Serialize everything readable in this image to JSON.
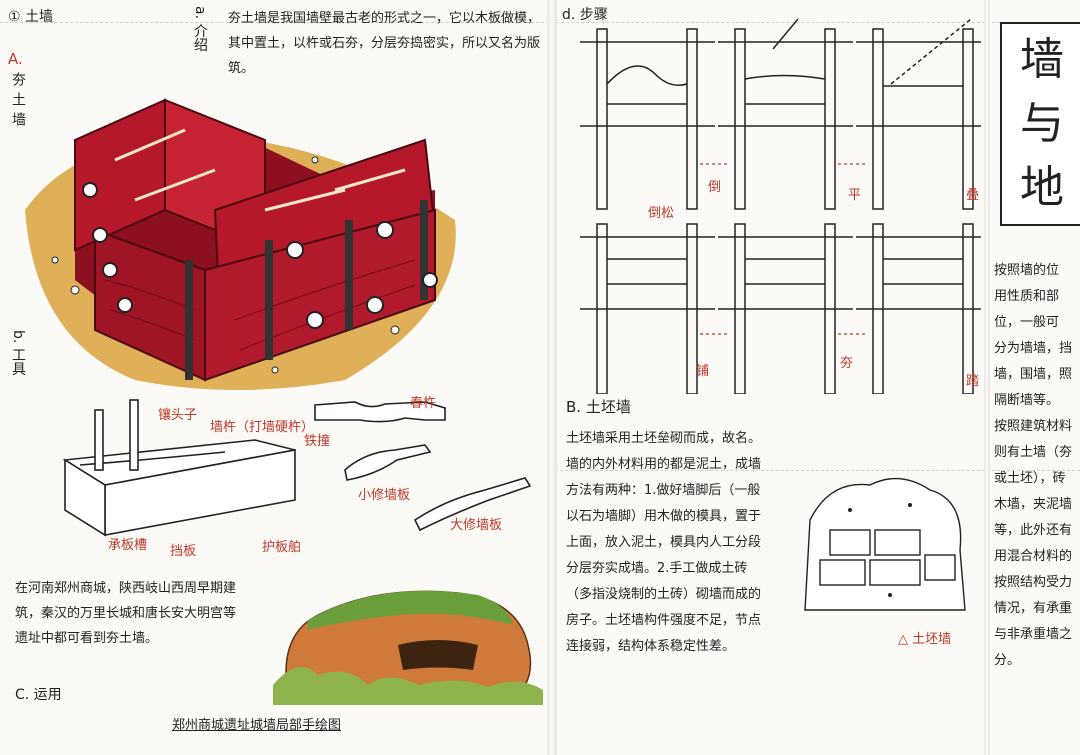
{
  "left_page": {
    "section_no": "① 土墙",
    "sub_a_label": "A.",
    "sub_a_title": "夯土墙",
    "intro_label": "a. 介绍",
    "intro_text": "夯土墙是我国墙壁最古老的形式之一，它以木板做模，其中置土，以杵或石夯，分层夯捣密实，所以又名为版筑。",
    "tools_label": "b. 工具",
    "tool_labels": {
      "shuttle": "镶头子",
      "pounder": "墙杵（打墙硬杵）",
      "board_small": "小修墙板",
      "board_large": "大修墙板",
      "spine": "春杵",
      "iron": "铁撞",
      "side_board": "承板槽",
      "clip": "挡板",
      "brace": "护板舶"
    },
    "usage_label": "C. 运用",
    "usage_text": "在河南郑州商城，陕西岐山西周早期建筑，秦汉的万里长城和唐长安大明宫等遗址中都可看到夯土墙。",
    "ruin_caption": "郑州商城遗址城墙局部手绘图"
  },
  "middle_page": {
    "steps_label": "d. 步骤",
    "step_labels": [
      "倒",
      "平",
      "叠",
      "铺",
      "夯",
      "踏"
    ],
    "arrow_label": "倒松",
    "sub_b_title": "B. 土坯墙",
    "adobe_text": "土坯墙采用土坯垒砌而成，故名。墙的内外材料用的都是泥土，成墙方法有两种：1.做好墙脚后（一般以石为墙脚）用木做的模具，置于上面，放入泥土，模具内人工分段分层夯实成墙。2.手工做成土砖（多指没烧制的土砖）砌墙而成的房子。土坯墙构件强度不足，节点连接弱，结构体系稳定性差。",
    "adobe_caption": "△ 土坯墙"
  },
  "right_page": {
    "title_chars": [
      "墙",
      "与",
      "地"
    ],
    "text_lines": [
      "按照墙的位",
      "用性质和部",
      "位，一般可",
      "分为墙墙，挡",
      "墙，围墙，照",
      "隔断墙等。",
      "按照建筑材料",
      "则有土墙（夯",
      "或土坯），砖",
      "木墙，夹泥墙",
      "等，此外还有",
      "用混合材料的",
      "按照结构受力",
      "情况，有承重",
      "与非承重墙之",
      "分。"
    ]
  },
  "colors": {
    "wood_red": "#b5182b",
    "wood_dark": "#7d0f1c",
    "soil": "#d9a23b",
    "ink": "#222222",
    "red_ink": "#c0392b"
  }
}
